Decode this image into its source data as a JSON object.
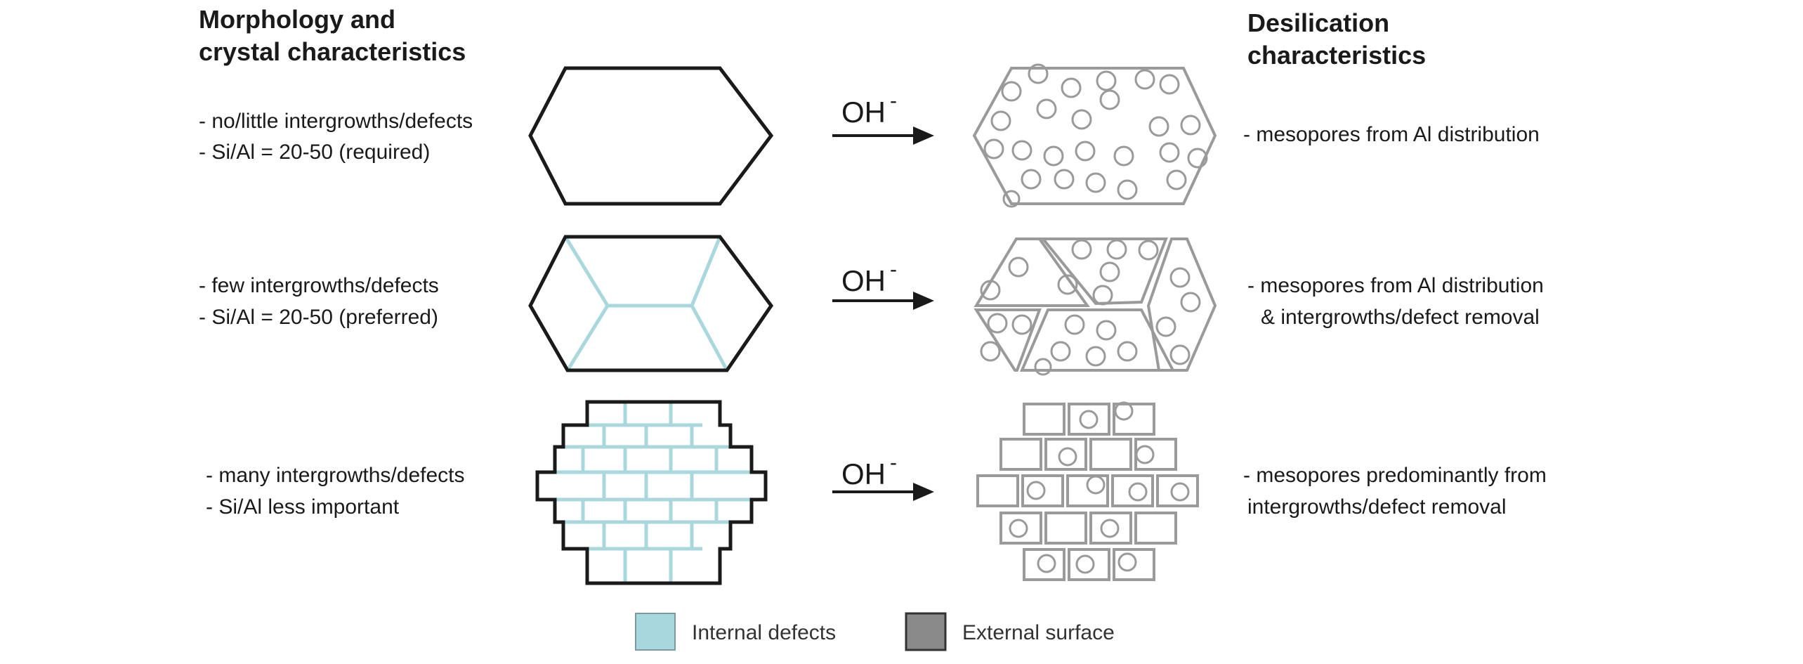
{
  "headings": {
    "left_line1": "Morphology and",
    "left_line2": "crystal characteristics",
    "right_line1": "Desilication",
    "right_line2": "characteristics"
  },
  "rows": [
    {
      "left": [
        "- no/little intergrowths/defects",
        "- Si/Al = 20-50 (required)"
      ],
      "right": [
        "- mesopores from Al distribution"
      ]
    },
    {
      "left": [
        "- few intergrowths/defects",
        "- Si/Al = 20-50 (preferred)"
      ],
      "right": [
        "- mesopores from Al distribution",
        "& intergrowths/defect removal"
      ]
    },
    {
      "left": [
        "- many intergrowths/defects",
        "- Si/Al less important"
      ],
      "right": [
        "- mesopores predominantly from",
        "intergrowths/defect removal"
      ]
    }
  ],
  "arrow_label": {
    "base": "OH",
    "sup": "-"
  },
  "legend": [
    {
      "label": "Internal defects",
      "color": "#a8d8de"
    },
    {
      "label": "External surface",
      "color": "#8a8a8a"
    }
  ],
  "colors": {
    "crystal_outline": "#1a1a1a",
    "internal_defect": "#a8d8de",
    "desilicated": "#9a9a9a"
  }
}
